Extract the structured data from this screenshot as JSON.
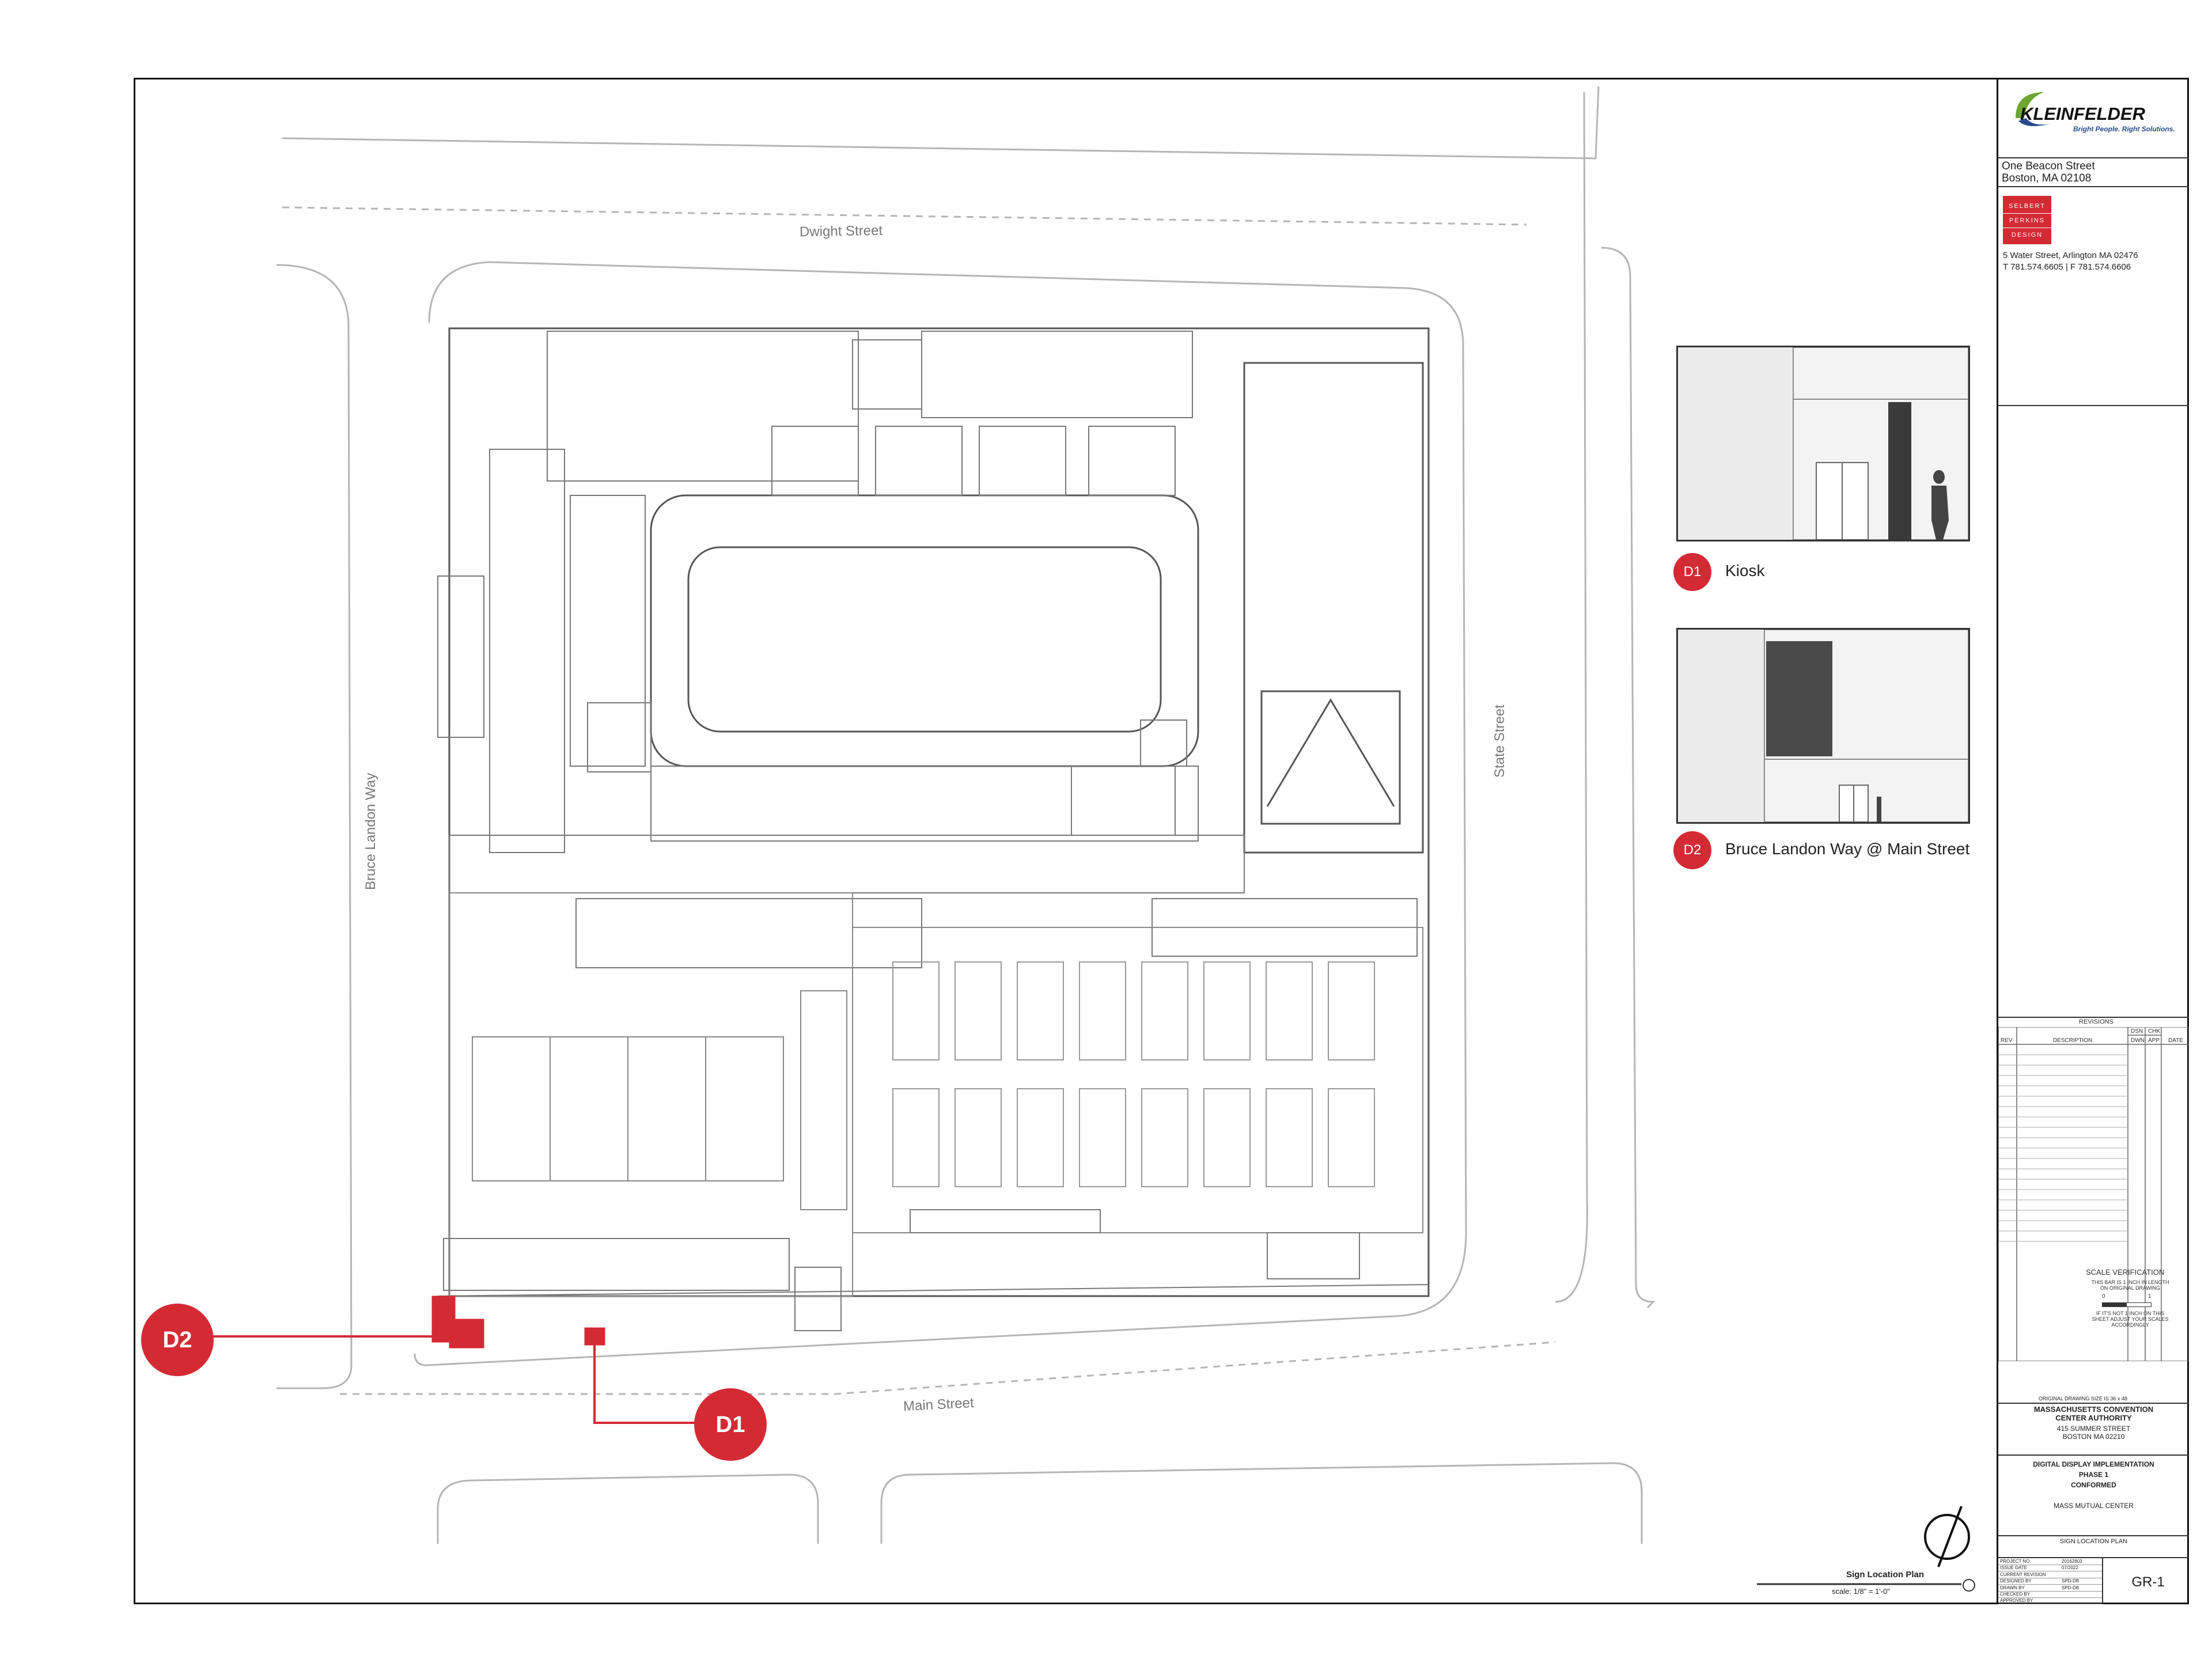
{
  "streets": {
    "dwight": "Dwight Street",
    "main": "Main Street",
    "state": "State Street",
    "bruce": "Bruce Landon Way"
  },
  "markers": {
    "d1": "D1",
    "d2": "D2"
  },
  "details": {
    "kiosk_badge": "D1",
    "kiosk_label": "Kiosk",
    "bruce_badge": "D2",
    "bruce_label": "Bruce Landon Way @ Main Street"
  },
  "plan_title": {
    "title": "Sign Location Plan",
    "scale": "scale: 1/8\" = 1'-0\""
  },
  "titleblock": {
    "logo": "KLEINFELDER",
    "tagline": "Bright People. Right Solutions.",
    "address1": "One Beacon Street",
    "address2": "Boston, MA 02108",
    "spd_logo": [
      "SELBERT",
      "PERKINS",
      "DESIGN"
    ],
    "spd_address": "5 Water Street, Arlington MA 02476",
    "spd_phone": "T 781.574.6605 | F 781.574.6606",
    "revisions_title": "REVISIONS",
    "rev_headers": [
      "REV",
      "DESCRIPTION",
      "DSN",
      "CHK",
      "DWN",
      "APP",
      "DATE"
    ],
    "scale_verification": "SCALE VERIFICATION",
    "scale_note1": "THIS BAR IS 1 INCH IN LENGTH ON ORIGINAL DRAWING",
    "scale_zero": "0",
    "scale_one": "1",
    "scale_note2": "IF IT'S NOT 1 INCH ON THIS SHEET ADJUST YOUR SCALES ACCORDINGLY",
    "orig_size": "ORIGINAL DRAWING SIZE IS 36 x 48",
    "client1": "MASSACHUSETTS CONVENTION",
    "client2": "CENTER AUTHORITY",
    "client3": "415 SUMMER STREET",
    "client4": "BOSTON MA 02210",
    "project1": "DIGITAL DISPLAY IMPLEMENTATION",
    "project2": "PHASE 1",
    "project3": "CONFORMED",
    "venue": "MASS MUTUAL CENTER",
    "sheet_title": "SIGN LOCATION PLAN",
    "info_rows": [
      {
        "k": "PROJECT NO.",
        "v": "20162803"
      },
      {
        "k": "ISSUE DATE",
        "v": "07/2022"
      },
      {
        "k": "CURRENT REVISION",
        "v": ""
      },
      {
        "k": "DESIGNED BY",
        "v": "SPD-DB"
      },
      {
        "k": "DRAWN BY",
        "v": "SPD-DB"
      },
      {
        "k": "CHECKED BY",
        "v": ""
      },
      {
        "k": "APPROVED BY",
        "v": ""
      }
    ],
    "sheet_no": "GR-1"
  },
  "colors": {
    "accent_red": "#d42a34",
    "line_gray": "#9a9a9a",
    "dark_gray": "#555555"
  }
}
